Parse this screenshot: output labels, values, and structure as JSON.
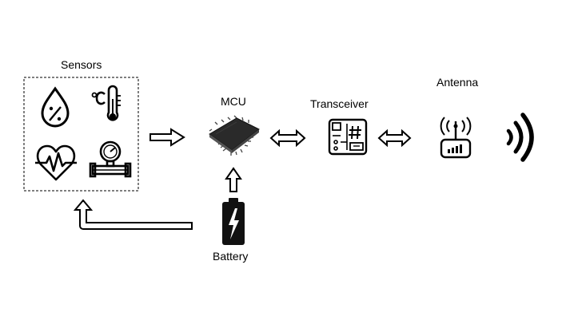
{
  "labels": {
    "sensors": "Sensors",
    "mcu": "MCU",
    "transceiver": "Transceiver",
    "antenna": "Antenna",
    "battery": "Battery"
  },
  "icons": {
    "humidity": "humidity-icon",
    "temperature": "thermometer-icon",
    "heart": "heart-rate-icon",
    "pressure": "pressure-gauge-icon",
    "mcu": "microchip-icon",
    "transceiver": "circuit-board-icon",
    "router": "router-icon",
    "signal": "wireless-signal-icon",
    "battery": "battery-icon"
  },
  "colors": {
    "stroke": "#000000",
    "background": "#ffffff",
    "chip": "#222222"
  }
}
